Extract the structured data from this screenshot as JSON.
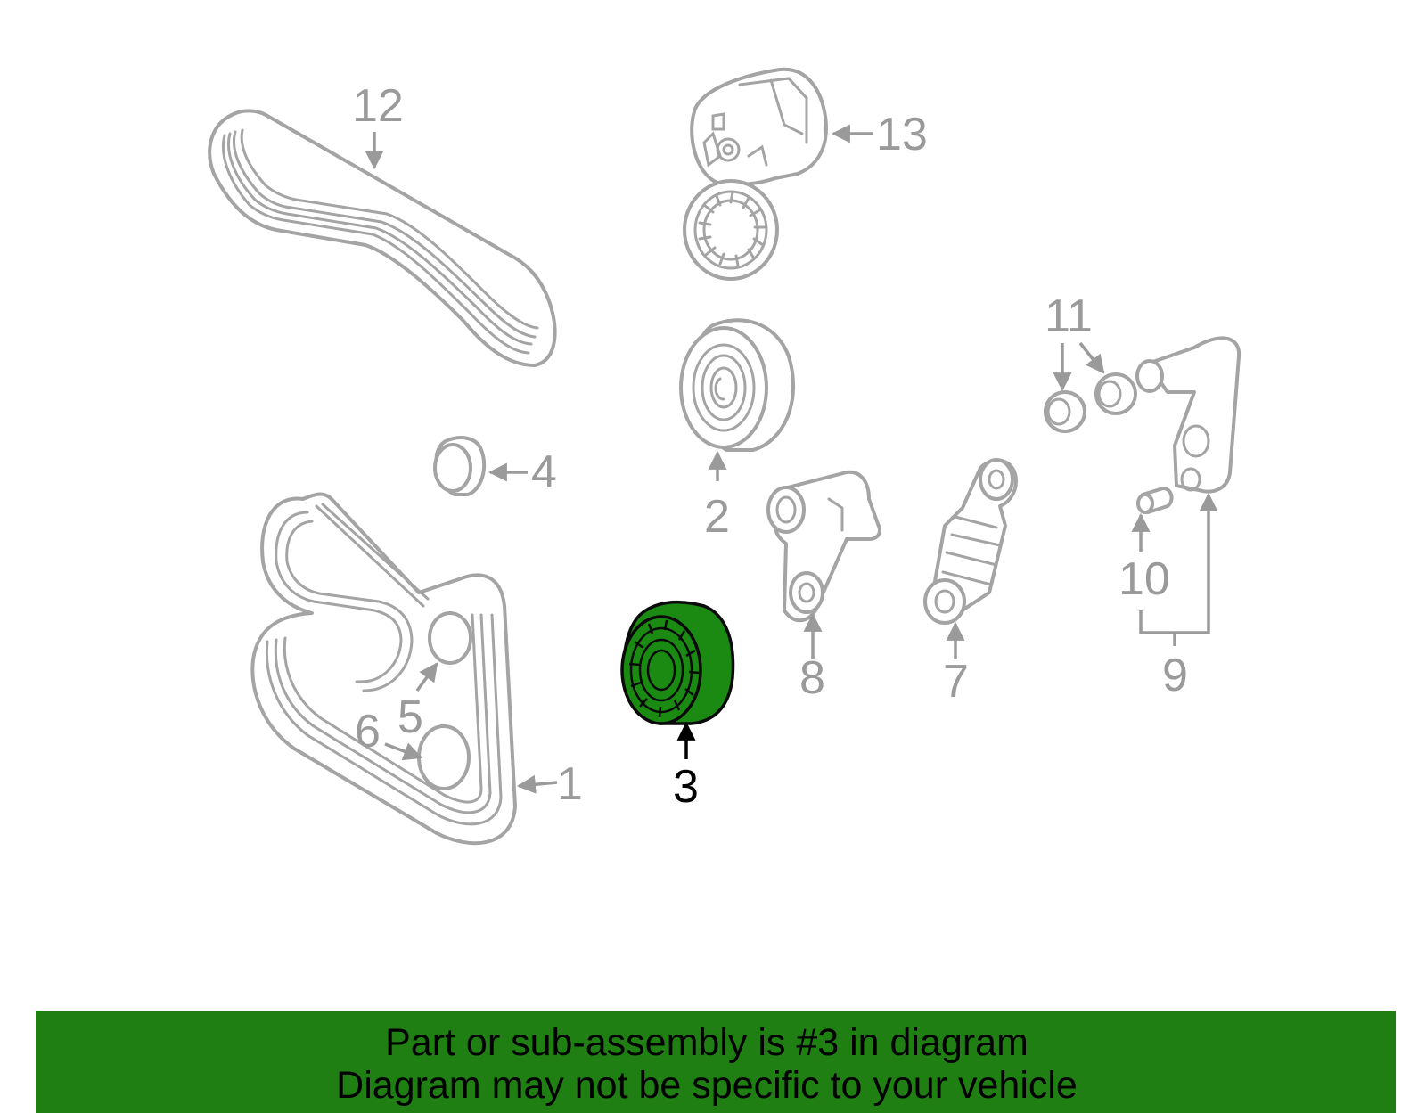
{
  "diagram": {
    "highlighted_part": "3",
    "callouts": {
      "c1": "1",
      "c2": "2",
      "c3": "3",
      "c4": "4",
      "c5": "5",
      "c6": "6",
      "c7": "7",
      "c8": "8",
      "c9": "9",
      "c10": "10",
      "c11": "11",
      "c12": "12",
      "c13": "13"
    },
    "colors": {
      "highlight": "#1a8a12",
      "footer": "#1f7f13",
      "linework": "#a4a4a4"
    }
  },
  "footer": {
    "line1": "Part or sub-assembly is #3 in diagram",
    "line2": "Diagram may not be specific to your vehicle"
  }
}
